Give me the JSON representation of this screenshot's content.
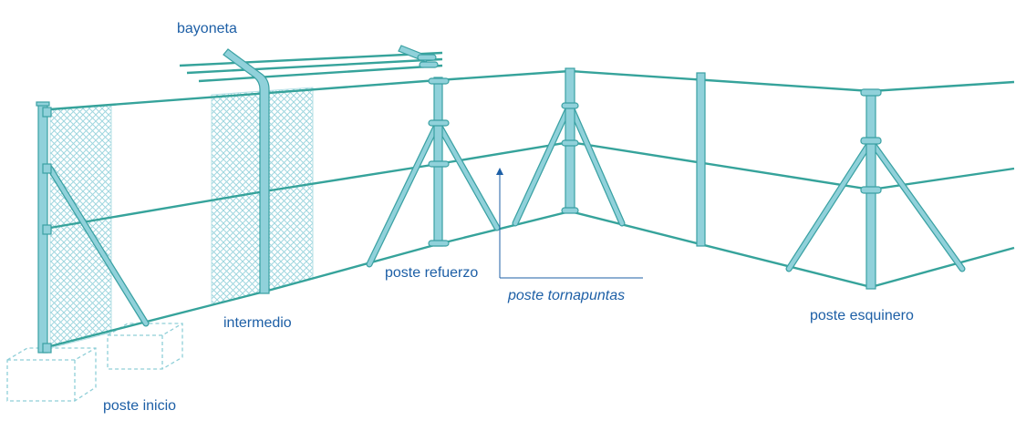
{
  "labels": {
    "bayonet": "bayoneta",
    "reinforcement_post": "poste refuerzo",
    "brace_post": "poste tornapuntas",
    "intermediate": "intermedio",
    "start_post": "poste inicio",
    "corner_post": "poste esquinero"
  },
  "colors": {
    "post": "#90d1da",
    "wire": "#36a39b",
    "label": "#1d5fa6"
  }
}
